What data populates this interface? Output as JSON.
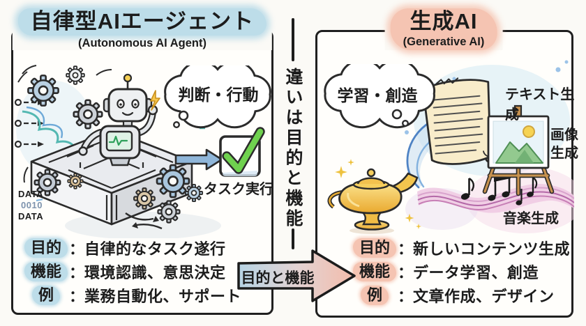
{
  "divider": {
    "vertical_label": "違いは目的と機能",
    "arrow_label": "目的と機能"
  },
  "left_panel": {
    "title": "自律型AIエージェント",
    "subtitle": "(Autonomous AI Agent)",
    "thought_label": "判断・行動",
    "task_label": "タスク実行",
    "data_stream": {
      "line1": "DATA",
      "line2": "0010",
      "line3": "DATA"
    },
    "colon": "：",
    "details": [
      {
        "label": "目的",
        "text": "自律的なタスク遂行"
      },
      {
        "label": "機能",
        "text": "環境認識、意思決定"
      },
      {
        "label": "例",
        "text": "業務自動化、サポート"
      }
    ]
  },
  "right_panel": {
    "title": "生成AI",
    "subtitle": "(Generative AI)",
    "thought_label": "学習・創造",
    "labels": {
      "text_generation": "テキスト生成",
      "image_generation": "画像生成",
      "music_generation": "音楽生成"
    },
    "colon": "：",
    "details": [
      {
        "label": "目的",
        "text": "新しいコンテンツ生成"
      },
      {
        "label": "機能",
        "text": "データ学習、創造"
      },
      {
        "label": "例",
        "text": "文章作成、デザイン"
      }
    ]
  },
  "colors": {
    "left_accent": "#bddde9",
    "right_accent": "#f5c4b2",
    "check_green": "#6fd14f",
    "task_arrow_blue": "#8fb6d9",
    "lamp_gold": "#f2c14e",
    "divider_ink": "#1c1c1c"
  }
}
